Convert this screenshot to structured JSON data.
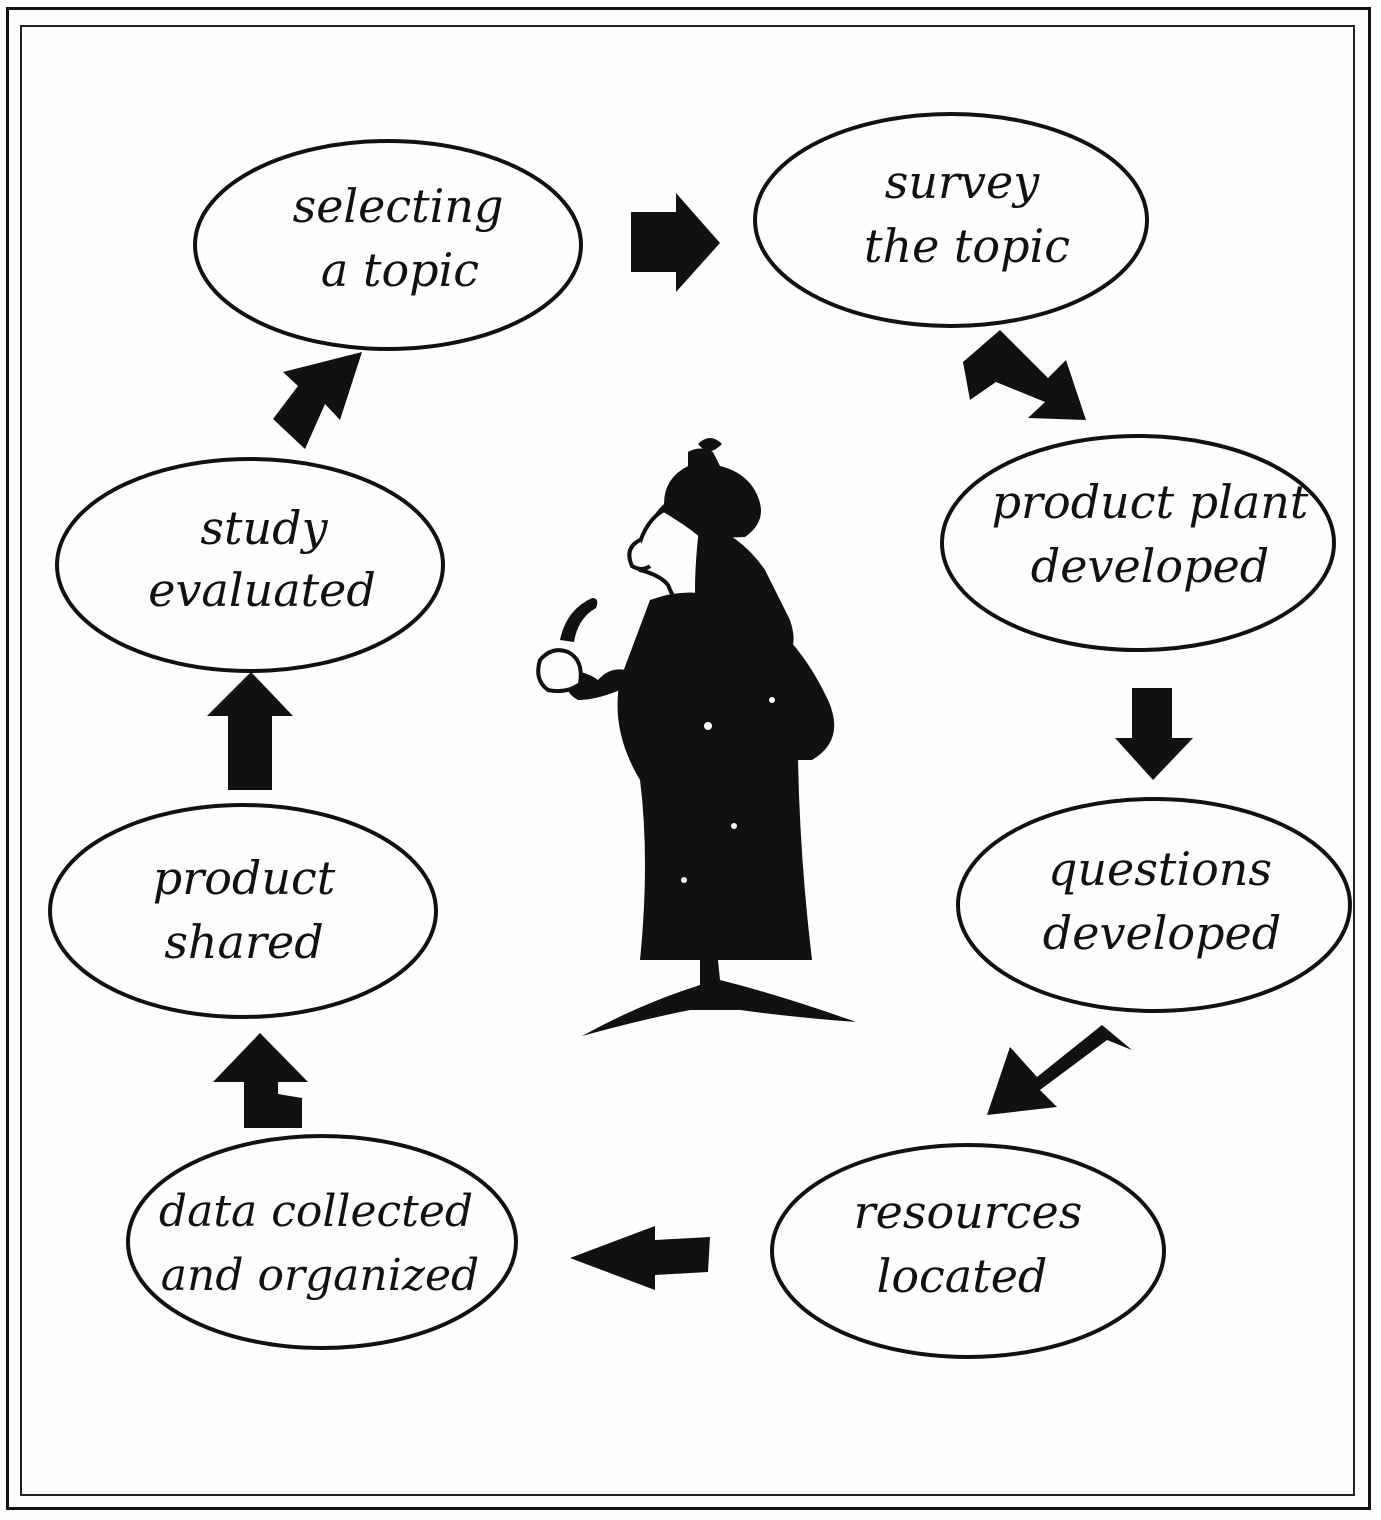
{
  "nodes": {
    "selecting_topic": {
      "line1": "selecting",
      "line2": "a topic"
    },
    "survey_topic": {
      "line1": "survey",
      "line2": "the topic"
    },
    "product_plant": {
      "line1": "product plant",
      "line2": "developed"
    },
    "questions": {
      "line1": "questions",
      "line2": "developed"
    },
    "resources": {
      "line1": "resources",
      "line2": "located"
    },
    "data_collected": {
      "line1": "data collected",
      "line2": "and organized"
    },
    "product_shared": {
      "line1": "product",
      "line2": "shared"
    },
    "study_evaluated": {
      "line1": "study",
      "line2": "evaluated"
    }
  },
  "colors": {
    "ink": "#111111",
    "paper": "#fefefe"
  }
}
